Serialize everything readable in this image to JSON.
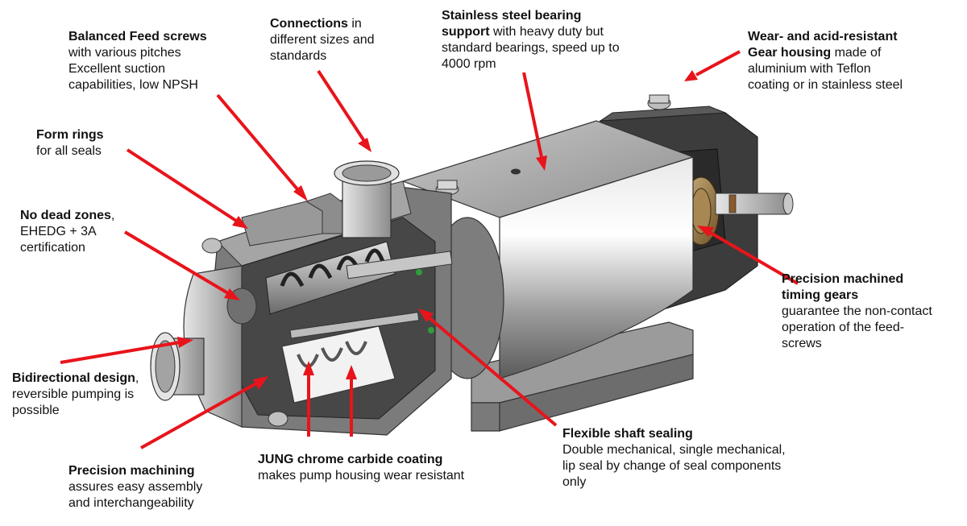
{
  "labels": {
    "balanced": {
      "title": "Balanced Feed screws",
      "lines": [
        "with various pitches",
        "Excellent suction",
        "capabilities, low NPSH"
      ]
    },
    "connections": {
      "title": "Connections",
      "title_suffix": " in",
      "lines": [
        "different sizes and",
        "standards"
      ]
    },
    "bearing": {
      "title_line1": "Stainless steel bearing",
      "title_line2": "support",
      "line2_suffix": " with heavy duty  but",
      "lines": [
        "standard bearings, speed up to",
        "4000 rpm"
      ]
    },
    "gear_housing": {
      "title_line1": "Wear- and acid-resistant",
      "title_line2": "Gear housing",
      "line2_suffix": " made of",
      "lines": [
        "aluminium with Teflon",
        "coating or in stainless steel"
      ]
    },
    "form_rings": {
      "title": "Form rings",
      "lines": [
        "for all seals"
      ]
    },
    "dead_zones": {
      "title": "No dead zones",
      "title_suffix": ",",
      "lines": [
        "EHEDG + 3A",
        "certification"
      ]
    },
    "timing_gears": {
      "title_line1": "Precision machined",
      "title_line2": "timing gears",
      "lines": [
        "guarantee the non-contact",
        "operation of the feed-",
        "screws"
      ]
    },
    "bidirectional": {
      "title": "Bidirectional design",
      "title_suffix": ",",
      "lines": [
        "reversible pumping is",
        "possible"
      ]
    },
    "precision": {
      "title": "Precision machining",
      "lines": [
        "assures easy assembly",
        "and interchangeability"
      ]
    },
    "jung": {
      "title": "JUNG chrome carbide coating",
      "lines": [
        "makes pump housing wear resistant"
      ]
    },
    "shaft": {
      "title": "Flexible shaft sealing",
      "lines": [
        "Double mechanical, single mechanical,",
        "lip seal by change of seal components",
        "only"
      ]
    }
  },
  "colors": {
    "arrow": "#e8141b",
    "metal_light": "#d9d9d9",
    "metal_mid": "#a8a8a8",
    "metal_dark": "#5e5e5e",
    "housing_dark": "#3a3a3a",
    "gear_bronze": "#8a6a3a"
  }
}
